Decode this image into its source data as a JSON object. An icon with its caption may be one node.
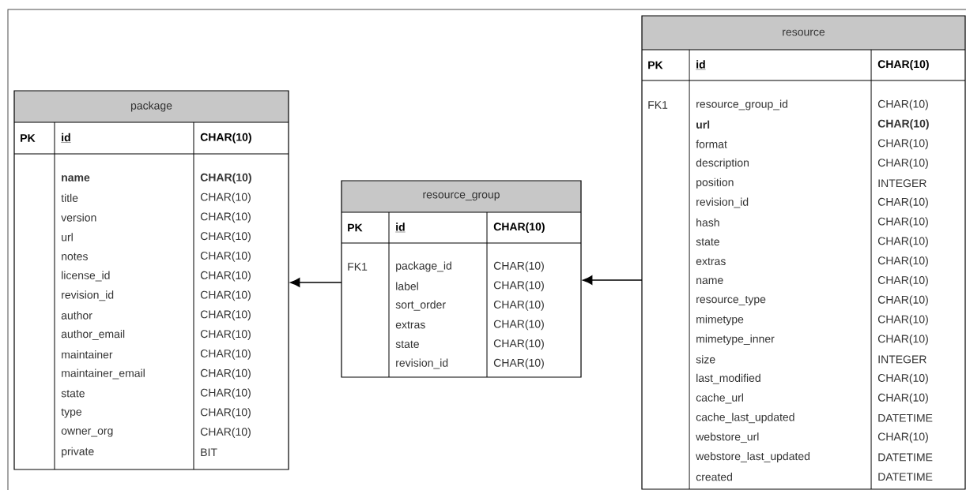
{
  "diagram": {
    "nodes": [
      {
        "text": [
          "package",
          "PK",
          "id",
          "CHAR(10)",
          "**name**",
          "**CHAR(10)**",
          "title",
          "CHAR(10)",
          "version",
          "CHAR(10)",
          "url",
          "CHAR(10)",
          "notes",
          "CHAR(10)",
          "license_id",
          "CHAR(10)",
          "revision_id",
          "CHAR(10)",
          "author",
          "CHAR(10)",
          "author_email",
          "CHAR(10)",
          "maintainer",
          "CHAR(10)",
          "maintainer_email",
          "CHAR(10)",
          "state",
          "CHAR(10)",
          "type",
          "CHAR(10)",
          "owner_org",
          "CHAR(10)",
          "private",
          "BIT"
        ]
      },
      {
        "text": [
          "resource_group",
          "PK",
          "id",
          "CHAR(10)",
          "FK1",
          "package_id",
          "CHAR(10)",
          "label",
          "CHAR(10)",
          "sort_order",
          "CHAR(10)",
          "extras",
          "CHAR(10)",
          "state",
          "CHAR(10)",
          "revision_id",
          "CHAR(10)"
        ]
      },
      {
        "text": [
          "resource",
          "PK",
          "id",
          "CHAR(10)",
          "FK1",
          "resource_group_id",
          "CHAR(10)",
          "**url**",
          "**CHAR(10)**",
          "format",
          "CHAR(10)",
          "description",
          "CHAR(10)",
          "position",
          "INTEGER",
          "revision_id",
          "CHAR(10)",
          "hash",
          "CHAR(10)",
          "state",
          "CHAR(10)",
          "extras",
          "CHAR(10)",
          "name",
          "CHAR(10)",
          "resource_type",
          "CHAR(10)",
          "mimetype",
          "CHAR(10)",
          "mimetype_inner",
          "CHAR(10)",
          "size",
          "INTEGER",
          "last_modified",
          "CHAR(10)",
          "cache_url",
          "CHAR(10)",
          "cache_last_updated",
          "DATETIME",
          "webstore_url",
          "CHAR(10)",
          "webstore_last_updated",
          "DATETIME",
          "created",
          "DATETIME"
        ]
      }
    ],
    "edges": [
      {
        "from": 1,
        "to": 0,
        "arrow": "to"
      },
      {
        "from": 2,
        "to": 1,
        "arrow": "to"
      }
    ]
  }
}
